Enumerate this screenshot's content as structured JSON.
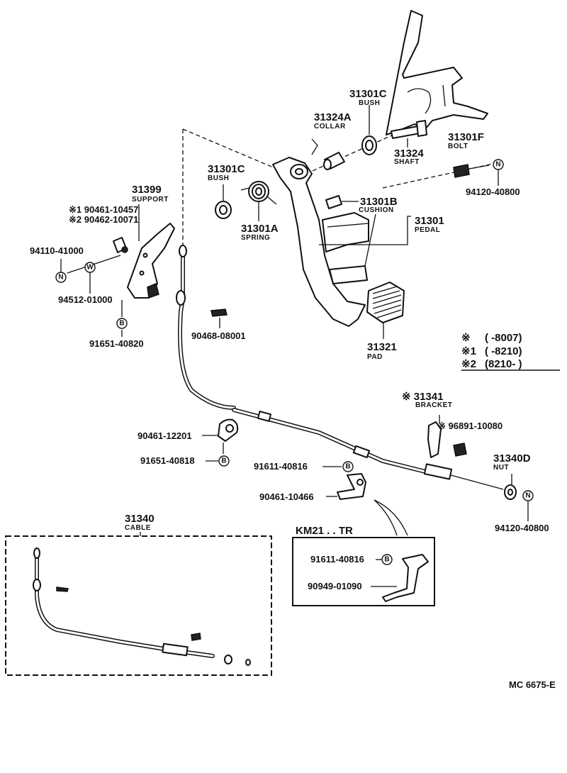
{
  "labels": {
    "bush_top": {
      "number": "31301C",
      "name": "BUSH"
    },
    "collar": {
      "number": "31324A",
      "name": "COLLAR"
    },
    "shaft": {
      "number": "31324",
      "name": "SHAFT"
    },
    "bolt": {
      "number": "31301F",
      "name": "BOLT"
    },
    "nut_top": {
      "number": "94120-40800"
    },
    "bush_left": {
      "number": "31301C",
      "name": "BUSH"
    },
    "spring": {
      "number": "31301A",
      "name": "SPRING"
    },
    "cushion": {
      "number": "31301B",
      "name": "CUSHION"
    },
    "pedal": {
      "number": "31301",
      "name": "PEDAL"
    },
    "support": {
      "number": "31399",
      "name": "SUPPORT"
    },
    "support_b1": {
      "number": "※1 90461-10457"
    },
    "support_b2": {
      "number": "※2 90462-10071"
    },
    "n_left": {
      "number": "94110-41000"
    },
    "w_left": {
      "number": "94512-01000"
    },
    "b_left": {
      "number": "91651-40820"
    },
    "clip_small": {
      "number": "90468-08001"
    },
    "pad": {
      "number": "31321",
      "name": "PAD"
    },
    "bracket": {
      "number": "※ 31341",
      "name": "BRACKET"
    },
    "bracket_clip": {
      "number": "※ 96891-10080"
    },
    "nut_cable": {
      "number": "31340D",
      "name": "NUT"
    },
    "nut_cable_n": {
      "number": "94120-40800"
    },
    "clamp1": {
      "number": "90461-12201"
    },
    "clamp1_b": {
      "number": "91651-40818"
    },
    "clamp2_b": {
      "number": "91611-40816"
    },
    "clamp2": {
      "number": "90461-10466"
    },
    "cable": {
      "number": "31340",
      "name": "CABLE"
    },
    "km21_title": {
      "text": "KM21 . . TR"
    },
    "km21_b": {
      "number": "91611-40816"
    },
    "km21_part": {
      "number": "90949-01090"
    }
  },
  "legend": [
    {
      "mark": "※",
      "range": "(        -8007)"
    },
    {
      "mark": "※1",
      "range": "(        -8210)"
    },
    {
      "mark": "※2",
      "range": "(8210-        )"
    }
  ],
  "symbols": {
    "nut": "N",
    "washer": "W",
    "bolt": "B"
  },
  "footer": {
    "code": "MC  6675-E"
  }
}
